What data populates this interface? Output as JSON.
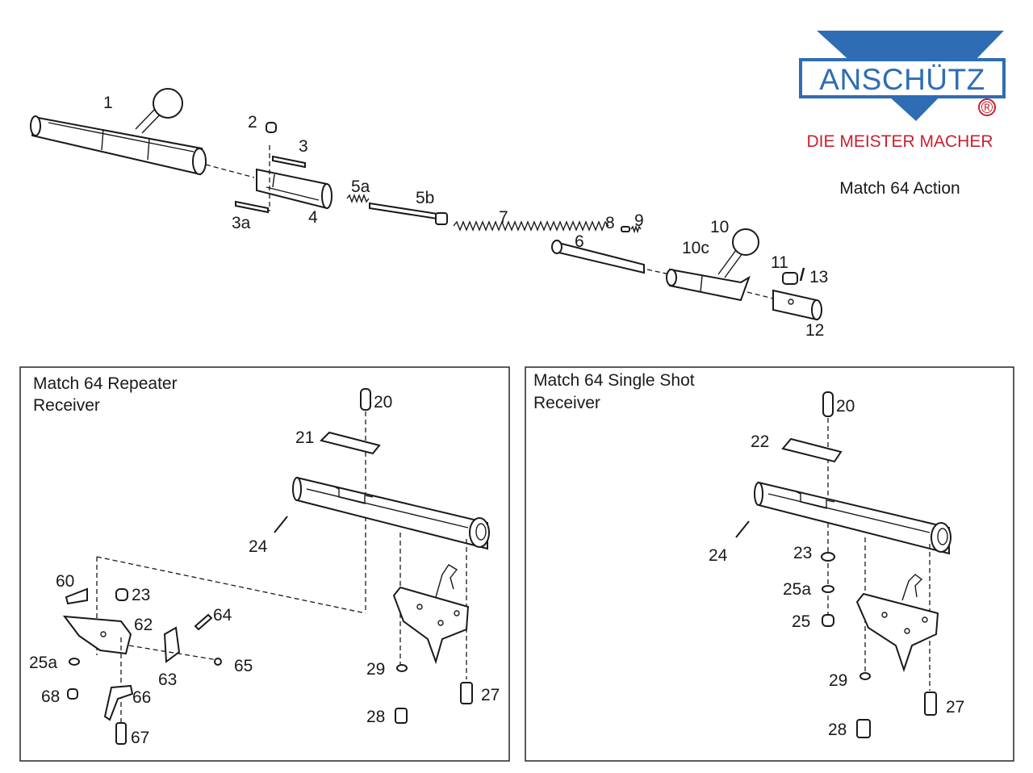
{
  "brand": {
    "name": "ANSCHÜTZ",
    "registered_mark": "®",
    "slogan": "DIE MEISTER MACHER",
    "colors": {
      "blue": "#2e6db4",
      "red": "#c8202f"
    }
  },
  "title": "Match 64 Action",
  "top_labels": {
    "p1": "1",
    "p2": "2",
    "p3": "3",
    "p3a": "3a",
    "p4": "4",
    "p5a": "5a",
    "p5b": "5b",
    "p6": "6",
    "p7": "7",
    "p8": "8",
    "p9": "9",
    "p10": "10",
    "p10c": "10c",
    "p11": "11",
    "p12": "12",
    "p13": "13"
  },
  "left_panel": {
    "title_line1": "Match 64 Repeater",
    "title_line2": "Receiver",
    "labels": {
      "p20": "20",
      "p21": "21",
      "p24": "24",
      "p60": "60",
      "p23": "23",
      "p62": "62",
      "p64": "64",
      "p25a": "25a",
      "p65": "65",
      "p63": "63",
      "p29": "29",
      "p27": "27",
      "p68": "68",
      "p66": "66",
      "p28": "28",
      "p67": "67"
    }
  },
  "right_panel": {
    "title_line1": "Match 64 Single Shot",
    "title_line2": "Receiver",
    "labels": {
      "p20": "20",
      "p22": "22",
      "p24": "24",
      "p23": "23",
      "p25a": "25a",
      "p25": "25",
      "p29": "29",
      "p27": "27",
      "p28": "28"
    }
  }
}
